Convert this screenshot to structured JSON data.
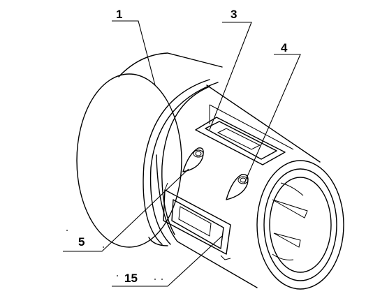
{
  "figure": {
    "labels": [
      {
        "id": "1",
        "text": "1"
      },
      {
        "id": "3",
        "text": "3"
      },
      {
        "id": "4",
        "text": "4"
      },
      {
        "id": "5",
        "text": "5"
      },
      {
        "id": "15",
        "text": "15"
      }
    ]
  }
}
